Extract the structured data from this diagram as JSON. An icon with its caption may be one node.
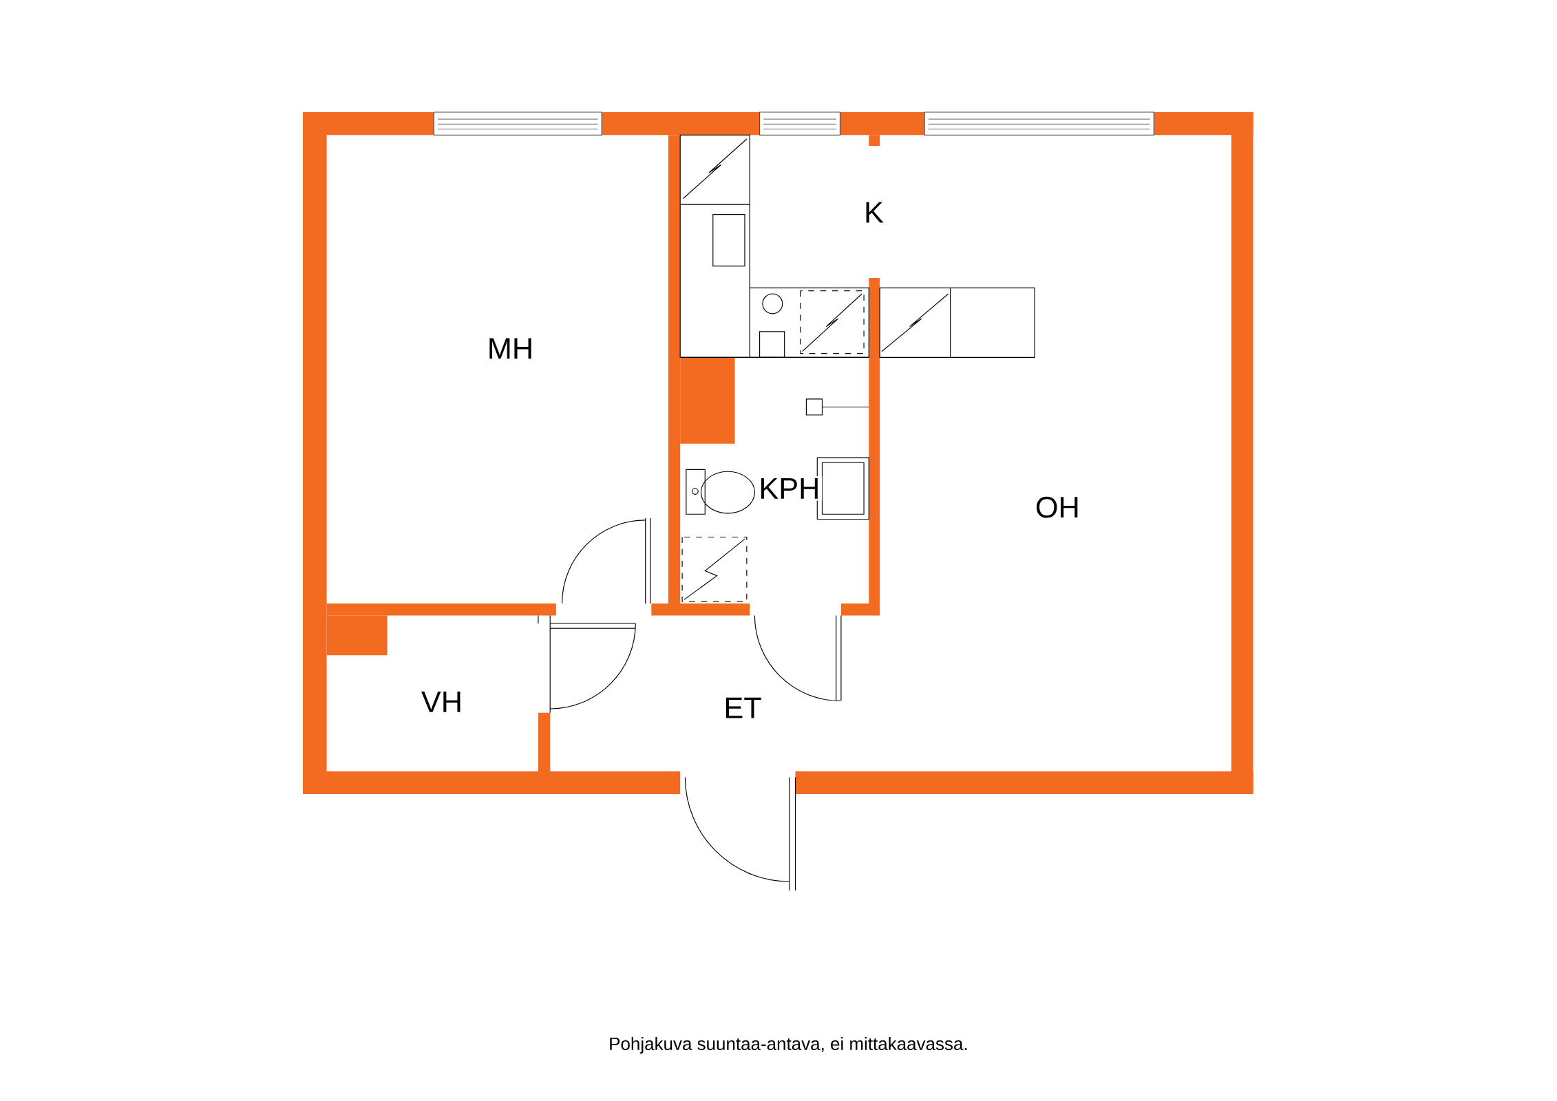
{
  "diagram": {
    "caption": "Pohjakuva suuntaa-antava, ei mittakaavassa.",
    "labels": [
      "K",
      "MH",
      "KPH",
      "OH",
      "VH",
      "ET"
    ]
  }
}
